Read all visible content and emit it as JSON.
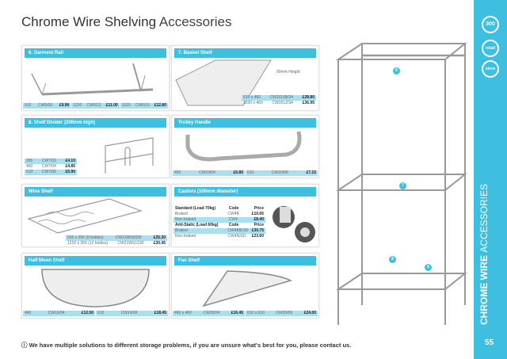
{
  "title": {
    "main": "Chrome Wire Shelving",
    "sub": "Accessories"
  },
  "garment": {
    "title": "6. Garment Rail",
    "items": [
      [
        "915",
        "CW5/09",
        "£9.90"
      ],
      [
        "1220",
        "CW5/12",
        "£11.00"
      ],
      [
        "1520",
        "CW5/15",
        "£12.80"
      ]
    ]
  },
  "basket": {
    "title": "7. Basket Shelf",
    "note": "90mm Height",
    "items": [
      [
        "915 x 460",
        "CW2010B/34",
        "£28.80"
      ],
      [
        "1220 x 460",
        "CW2012/34",
        "£36.95"
      ]
    ]
  },
  "divider": {
    "title": "8. Shelf Divider (200mm high)",
    "items": [
      [
        "355",
        "CW7/03",
        "£4.10"
      ],
      [
        "460",
        "CW7/04",
        "£4.85"
      ],
      [
        "610",
        "CW7/06",
        "£5.90"
      ]
    ]
  },
  "trolley": {
    "title": "Trolley Handle",
    "items": [
      [
        "460",
        "CW10/04",
        "£6.80"
      ],
      [
        "610",
        "CW10/06",
        "£7.15"
      ]
    ]
  },
  "wine": {
    "title": "Wine Shelf",
    "items": [
      [
        "915 x 355 (9 bottles)",
        "CW21WS0930",
        "£25.30"
      ],
      [
        "1220 x 355 (12 bottles)",
        "CW21WS1230",
        "£30.45"
      ]
    ]
  },
  "castors": {
    "title": "Castors (100mm diameter)",
    "std_head": [
      "Standard (Load 70kg)",
      "Code",
      "Price"
    ],
    "std": [
      [
        "Braked",
        "CW4B",
        "£10.65"
      ],
      [
        "Non-braked",
        "CW4",
        "£8.40"
      ]
    ],
    "anti_head": [
      "Anti-Static (Load 60kg)",
      "Code",
      "Price"
    ],
    "anti": [
      [
        "Braked",
        "CW4B/ESD",
        "£30.75"
      ],
      [
        "Non-braked",
        "CW4/ESD",
        "£23.60"
      ]
    ]
  },
  "halfmoon": {
    "title": "Half Moon Shelf",
    "items": [
      [
        "460",
        "CW19/04",
        "£12.50"
      ],
      [
        "610",
        "CW19/06",
        "£18.45"
      ]
    ]
  },
  "fan": {
    "title": "Fan Shelf",
    "items": [
      [
        "460 x 460",
        "CW20/04",
        "£16.45"
      ],
      [
        "610 x 610",
        "CW20/06",
        "£24.00"
      ]
    ]
  },
  "markers": [
    "6",
    "7",
    "8",
    "8"
  ],
  "side": {
    "badge1": "300",
    "badge2": "retail",
    "badge3": "store",
    "vert_bold": "CHROME WIRE",
    "vert_light": "ACCESSORIES",
    "page": "55"
  },
  "footer": "ⓘ We have multiple solutions to different storage problems, if you are unsure what's best for you, please contact us."
}
